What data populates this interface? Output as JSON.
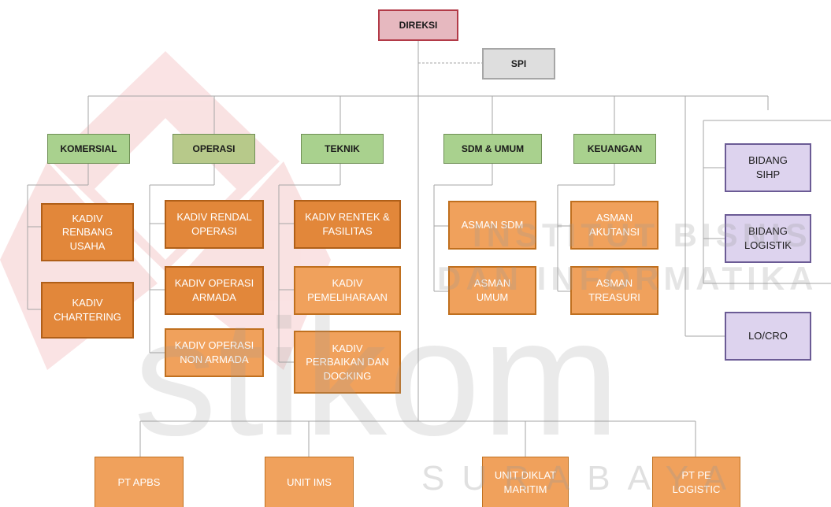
{
  "chart": {
    "top": {
      "direksi": "DIREKSI",
      "spi": "SPI"
    },
    "divisions": {
      "komersial": "KOMERSIAL",
      "operasi": "OPERASI",
      "teknik": "TEKNIK",
      "sdm": "SDM & UMUM",
      "keuangan": "KEUANGAN"
    },
    "komersial_units": [
      "KADIV\nRENBANG\nUSAHA",
      "KADIV\nCHARTERING"
    ],
    "operasi_units": [
      "KADIV RENDAL\nOPERASI",
      "KADIV OPERASI\nARMADA",
      "KADIV OPERASI\nNON ARMADA"
    ],
    "teknik_units": [
      "KADIV RENTEK &\nFASILITAS",
      "KADIV\nPEMELIHARAAN",
      "KADIV\nPERBAIKAN DAN\nDOCKING"
    ],
    "sdm_units": [
      "ASMAN SDM",
      "ASMAN\nUMUM"
    ],
    "keuangan_units": [
      "ASMAN\nAKUTANSI",
      "ASMAN\nTREASURI"
    ],
    "bidang": [
      "BIDANG\nSIHP",
      "BIDANG\nLOGISTIK"
    ],
    "lo_cro": "LO/CRO",
    "subsidiaries": [
      "PT APBS",
      "UNIT IMS",
      "UNIT DIKLAT\nMARITIM",
      "PT PE\nLOGISTIC"
    ]
  },
  "watermark": {
    "line1": "INSTITUT BISNIS",
    "line2": "DAN INFORMATIKA",
    "brand": "stikom",
    "city": "SURABAYA",
    "colors": {
      "logo_red": "#d9262c",
      "text_gray": "#9a9a9a"
    }
  }
}
